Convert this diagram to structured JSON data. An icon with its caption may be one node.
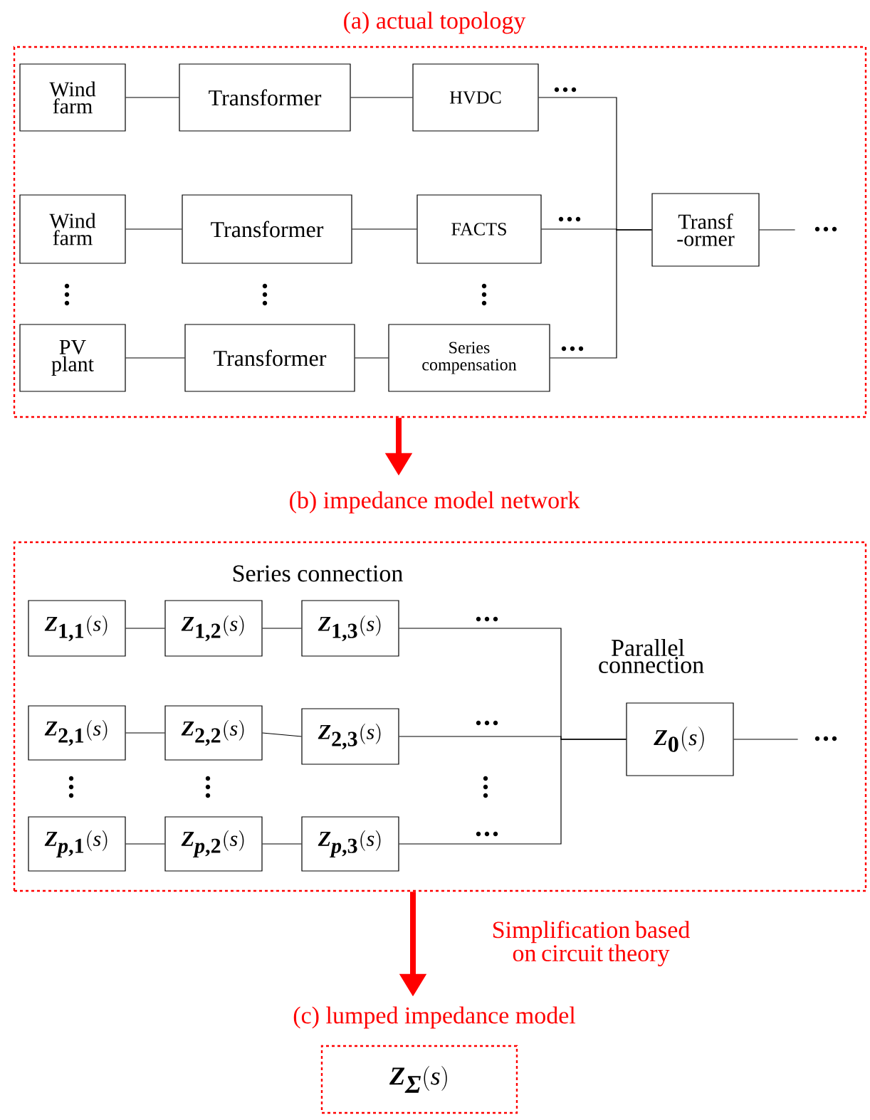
{
  "diagram": {
    "nodes": [
      {
        "text": [
          "(a) actual topology"
        ]
      },
      {
        "text": [
          "Wind farm"
        ],
        "in": 0
      },
      {
        "text": [
          "Transformer"
        ],
        "in": 0
      },
      {
        "text": [
          "HVDC"
        ],
        "in": 0
      },
      {
        "text": [
          "Wind farm"
        ],
        "in": 0
      },
      {
        "text": [
          "Transformer"
        ],
        "in": 0
      },
      {
        "text": [
          "FACTS"
        ],
        "in": 0
      },
      {
        "text": [
          "PV plant"
        ],
        "in": 0
      },
      {
        "text": [
          "Transformer"
        ],
        "in": 0
      },
      {
        "text": [
          "Series compensation"
        ],
        "in": 0
      },
      {
        "text": [
          "Transf -ormer"
        ],
        "in": 0
      },
      {
        "text": [
          "(b) impedance model network"
        ]
      },
      {
        "text": [
          "\\textbf{\\textit{Z}}_{\\textbf{1,1}}(\\textit{s})"
        ],
        "in": 11
      },
      {
        "text": [
          "\\textbf{\\textit{Z}}_{\\textbf{1,2}}(\\textit{s})"
        ],
        "in": 11
      },
      {
        "text": [
          "\\textbf{\\textit{Z}}_{\\textbf{1,3}}(\\textit{s})"
        ],
        "in": 11
      },
      {
        "text": [
          "\\textbf{\\textit{Z}}_{\\textbf{2,1}}(\\textit{s})"
        ],
        "in": 11
      },
      {
        "text": [
          "\\textbf{\\textit{Z}}_{\\textbf{2,2}}(\\textit{s})"
        ],
        "in": 11
      },
      {
        "text": [
          "\\textbf{\\textit{Z}}_{\\textbf{2,3}}(\\textit{s})"
        ],
        "in": 11
      },
      {
        "text": [
          "\\textbf{\\textit{Z}}_{\\textbf{\\textit{p},1}}(\\textit{s})"
        ],
        "in": 11
      },
      {
        "text": [
          "\\textbf{\\textit{Z}}_{\\textbf{\\textit{p},2}}(\\textit{s})"
        ],
        "in": 11
      },
      {
        "text": [
          "\\textbf{\\textit{Z}}_{\\textbf{\\textit{p},3}}(\\textit{s})"
        ],
        "in": 11
      },
      {
        "text": [
          "\\textbf{\\textit{Z}}_{\\textbf{0}}(\\textit{s})"
        ],
        "in": 11
      },
      {
        "text": [
          "(c) lumped impedance model",
          "\\textbf{\\textit{Z}}_{\\textbf{\\textit{Σ}}}(\\textit{s})"
        ]
      }
    ],
    "edges": [
      {
        "from": 1,
        "to": 2,
        "arrow": "none"
      },
      {
        "from": 2,
        "to": 3,
        "arrow": "none"
      },
      {
        "from": 4,
        "to": 5,
        "arrow": "none"
      },
      {
        "from": 5,
        "to": 6,
        "arrow": "none"
      },
      {
        "from": 7,
        "to": 8,
        "arrow": "none"
      },
      {
        "from": 8,
        "to": 9,
        "arrow": "none"
      },
      {
        "from": 3,
        "to": 10,
        "arrow": "none"
      },
      {
        "from": 6,
        "to": 10,
        "arrow": "none"
      },
      {
        "from": 9,
        "to": 10,
        "arrow": "none"
      },
      {
        "from": 10,
        "to": null,
        "arrow": "none"
      },
      {
        "from": 12,
        "to": 13,
        "arrow": "none"
      },
      {
        "from": 13,
        "to": 14,
        "arrow": "none"
      },
      {
        "from": 15,
        "to": 16,
        "arrow": "none"
      },
      {
        "from": 16,
        "to": 17,
        "arrow": "none"
      },
      {
        "from": 18,
        "to": 19,
        "arrow": "none"
      },
      {
        "from": 19,
        "to": 20,
        "arrow": "none"
      },
      {
        "from": 14,
        "to": 21,
        "arrow": "none"
      },
      {
        "from": 17,
        "to": 21,
        "arrow": "none"
      },
      {
        "from": 20,
        "to": 21,
        "arrow": "none"
      },
      {
        "from": 21,
        "to": null,
        "arrow": "none"
      },
      {
        "from": 0,
        "to": 11,
        "arrow": "to",
        "style": "thick",
        "color": "#ff0000"
      },
      {
        "from": 11,
        "to": 22,
        "arrow": "to",
        "style": "thick",
        "color": "#ff0000",
        "label": "Simplification based on circuit theory"
      }
    ],
    "labels": [
      "Series connection",
      "Parallel connection"
    ]
  }
}
